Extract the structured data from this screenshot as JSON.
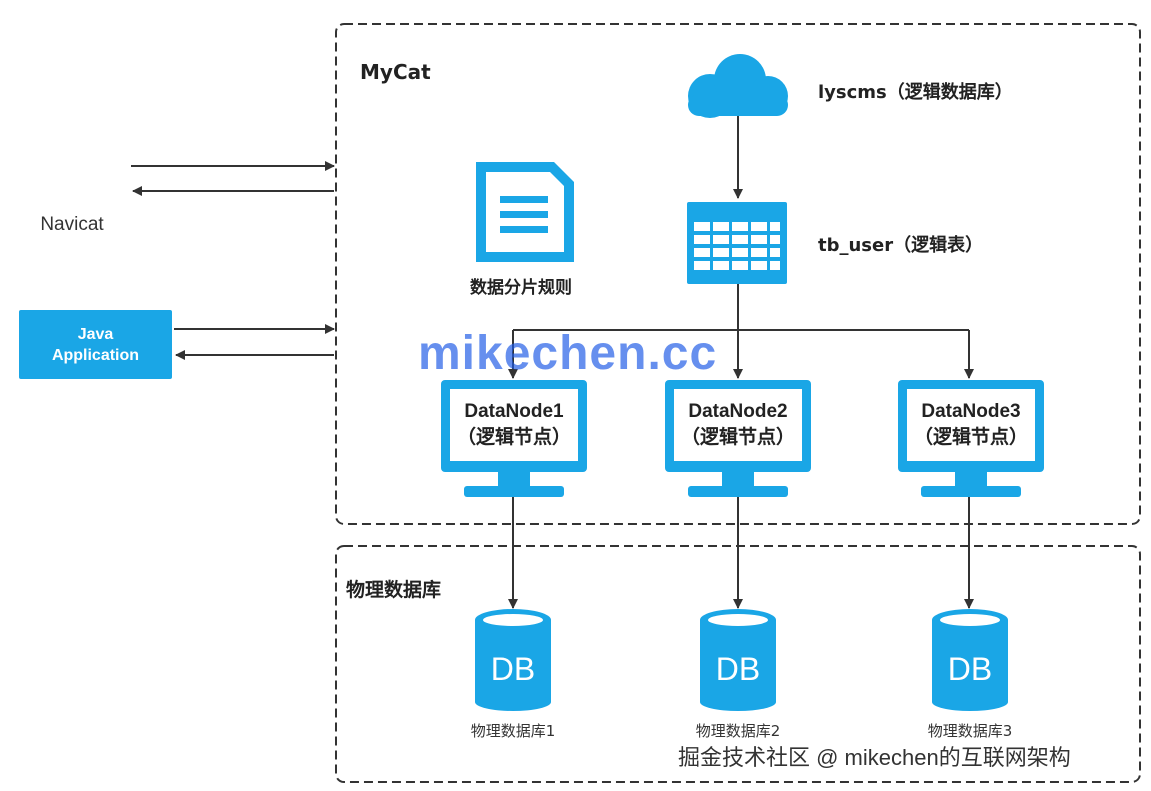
{
  "colors": {
    "accent": "#1aa6e6",
    "arrow": "#333333",
    "dashed_border": "#333333",
    "watermark": "#2a5ae6"
  },
  "clients": {
    "navicat": {
      "label": "Navicat",
      "icon": "navicat-logo-icon"
    },
    "java": {
      "line1": "Java",
      "line2": "Application"
    }
  },
  "mycat": {
    "title": "MyCat",
    "logical_db": {
      "label": "lyscms（逻辑数据库）",
      "icon": "cloud-icon"
    },
    "logical_table": {
      "label": "tb_user（逻辑表）",
      "icon": "table-icon"
    },
    "sharding_rules": {
      "label": "数据分片规则",
      "icon": "document-icon"
    },
    "data_nodes": [
      {
        "name": "DataNode1",
        "sub": "（逻辑节点）"
      },
      {
        "name": "DataNode2",
        "sub": "（逻辑节点）"
      },
      {
        "name": "DataNode3",
        "sub": "（逻辑节点）"
      }
    ]
  },
  "physical": {
    "title": "物理数据库",
    "databases": [
      {
        "icon_text": "DB",
        "label": "物理数据库1"
      },
      {
        "icon_text": "DB",
        "label": "物理数据库2"
      },
      {
        "icon_text": "DB",
        "label": "物理数据库3"
      }
    ]
  },
  "watermark": "mikechen.cc",
  "credit": "掘金技术社区 @ mikechen的互联网架构"
}
